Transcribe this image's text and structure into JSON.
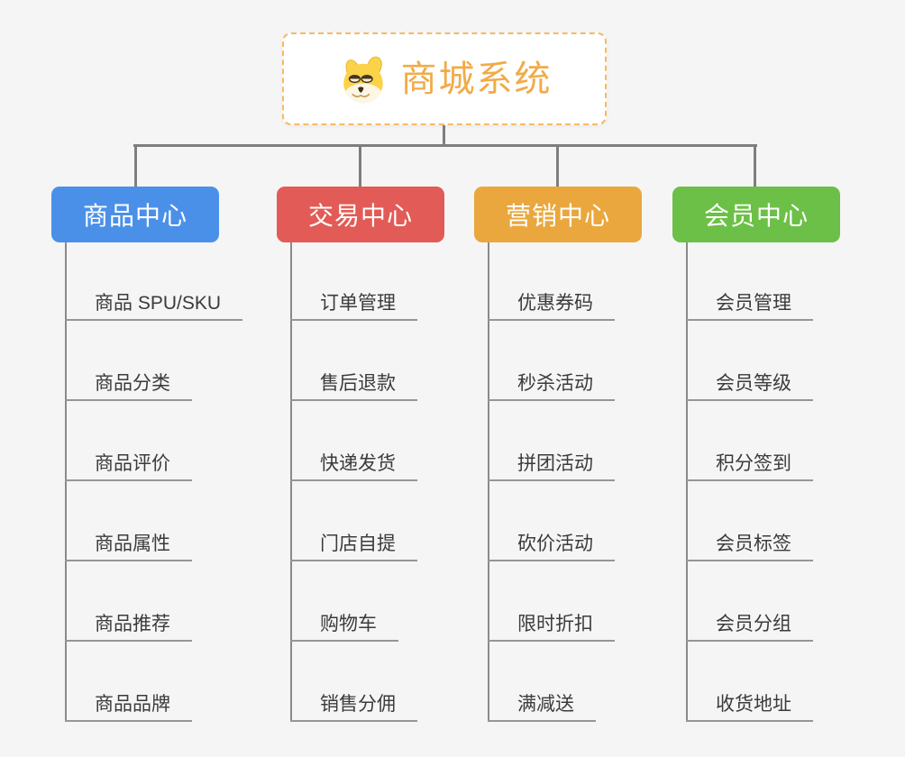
{
  "canvas": {
    "background": "#f5f5f6"
  },
  "root": {
    "title": "商城系统",
    "icon": "doge-face-icon",
    "background": "#ffffff",
    "border_color": "#f6ba62",
    "title_color": "#f1ab47"
  },
  "connectors": {
    "color": "#7e7e7e",
    "leaf_line_color": "#969696"
  },
  "branches": [
    {
      "label": "商品中心",
      "color": "#4b90e8",
      "children": [
        "商品 SPU/SKU",
        "商品分类",
        "商品评价",
        "商品属性",
        "商品推荐",
        "商品品牌"
      ]
    },
    {
      "label": "交易中心",
      "color": "#e25b56",
      "children": [
        "订单管理",
        "售后退款",
        "快递发货",
        "门店自提",
        "购物车",
        "销售分佣"
      ]
    },
    {
      "label": "营销中心",
      "color": "#eaa73d",
      "children": [
        "优惠券码",
        "秒杀活动",
        "拼团活动",
        "砍价活动",
        "限时折扣",
        "满减送"
      ]
    },
    {
      "label": "会员中心",
      "color": "#6cc047",
      "children": [
        "会员管理",
        "会员等级",
        "积分签到",
        "会员标签",
        "会员分组",
        "收货地址"
      ]
    }
  ]
}
